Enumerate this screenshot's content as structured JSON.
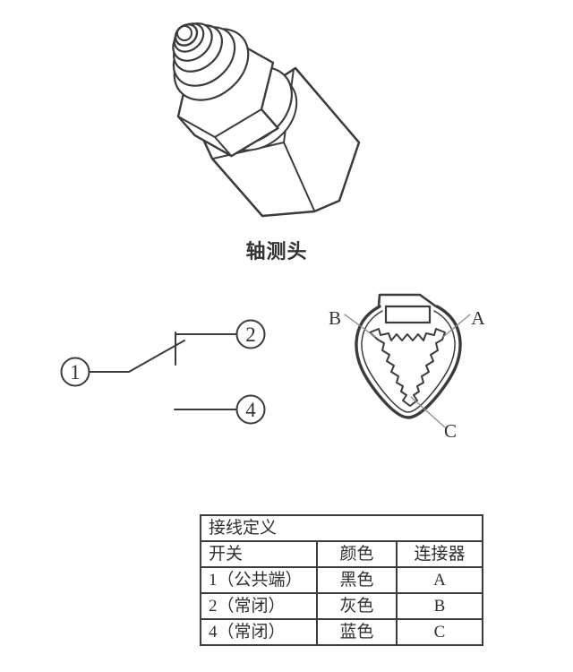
{
  "probe": {
    "caption": "轴测头"
  },
  "switch_schematic": {
    "terminal_1": "1",
    "terminal_2": "2",
    "terminal_4": "4"
  },
  "connector_view": {
    "label_left": "B",
    "label_right": "A",
    "label_bottom": "C"
  },
  "table": {
    "title": "接线定义",
    "headers": [
      "开关",
      "颜色",
      "连接器"
    ],
    "rows": [
      [
        "1（公共端）",
        "黑色",
        "A"
      ],
      [
        "2（常闭）",
        "灰色",
        "B"
      ],
      [
        "4（常闭）",
        "蓝色",
        "C"
      ]
    ]
  },
  "colors": {
    "line": "#3b3b3b",
    "text": "#2f2f2f",
    "leader": "#8a8a8a",
    "background": "#ffffff"
  }
}
